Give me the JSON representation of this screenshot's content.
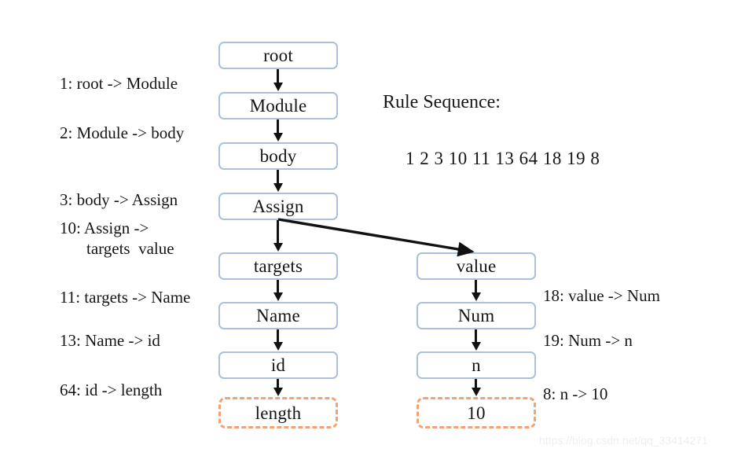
{
  "figure": {
    "type": "parse-tree-diagram",
    "colors": {
      "node_border": "#abc0de",
      "terminal_border": "#f0a377",
      "arrow": "#111111",
      "text": "#161616",
      "watermark": "#eeeeee",
      "background": "#ffffff"
    }
  },
  "tree": {
    "left_branch": [
      {
        "label": "root",
        "kind": "nonterminal"
      },
      {
        "label": "Module",
        "kind": "nonterminal"
      },
      {
        "label": "body",
        "kind": "nonterminal"
      },
      {
        "label": "Assign",
        "kind": "nonterminal"
      },
      {
        "label": "targets",
        "kind": "nonterminal"
      },
      {
        "label": "Name",
        "kind": "nonterminal"
      },
      {
        "label": "id",
        "kind": "nonterminal"
      },
      {
        "label": "length",
        "kind": "terminal"
      }
    ],
    "right_branch": [
      {
        "label": "value",
        "kind": "nonterminal"
      },
      {
        "label": "Num",
        "kind": "nonterminal"
      },
      {
        "label": "n",
        "kind": "nonterminal"
      },
      {
        "label": "10",
        "kind": "terminal"
      }
    ]
  },
  "rules_left": [
    {
      "text": "1: root -> Module"
    },
    {
      "text": "2: Module -> body"
    },
    {
      "text": "3: body -> Assign"
    },
    {
      "text": "10: Assign ->"
    },
    {
      "text": "targets  value"
    },
    {
      "text": "11: targets -> Name"
    },
    {
      "text": "13: Name -> id"
    },
    {
      "text": "64: id -> length"
    }
  ],
  "rules_right": [
    {
      "text": "18: value -> Num"
    },
    {
      "text": "19: Num -> n"
    },
    {
      "text": "8: n -> 10"
    }
  ],
  "sequence": {
    "title": "Rule Sequence:",
    "values": "1 2 3 10 11 13 64 18 19 8"
  },
  "watermark": {
    "text": "https://blog.csdn.net/qq_33414271"
  }
}
